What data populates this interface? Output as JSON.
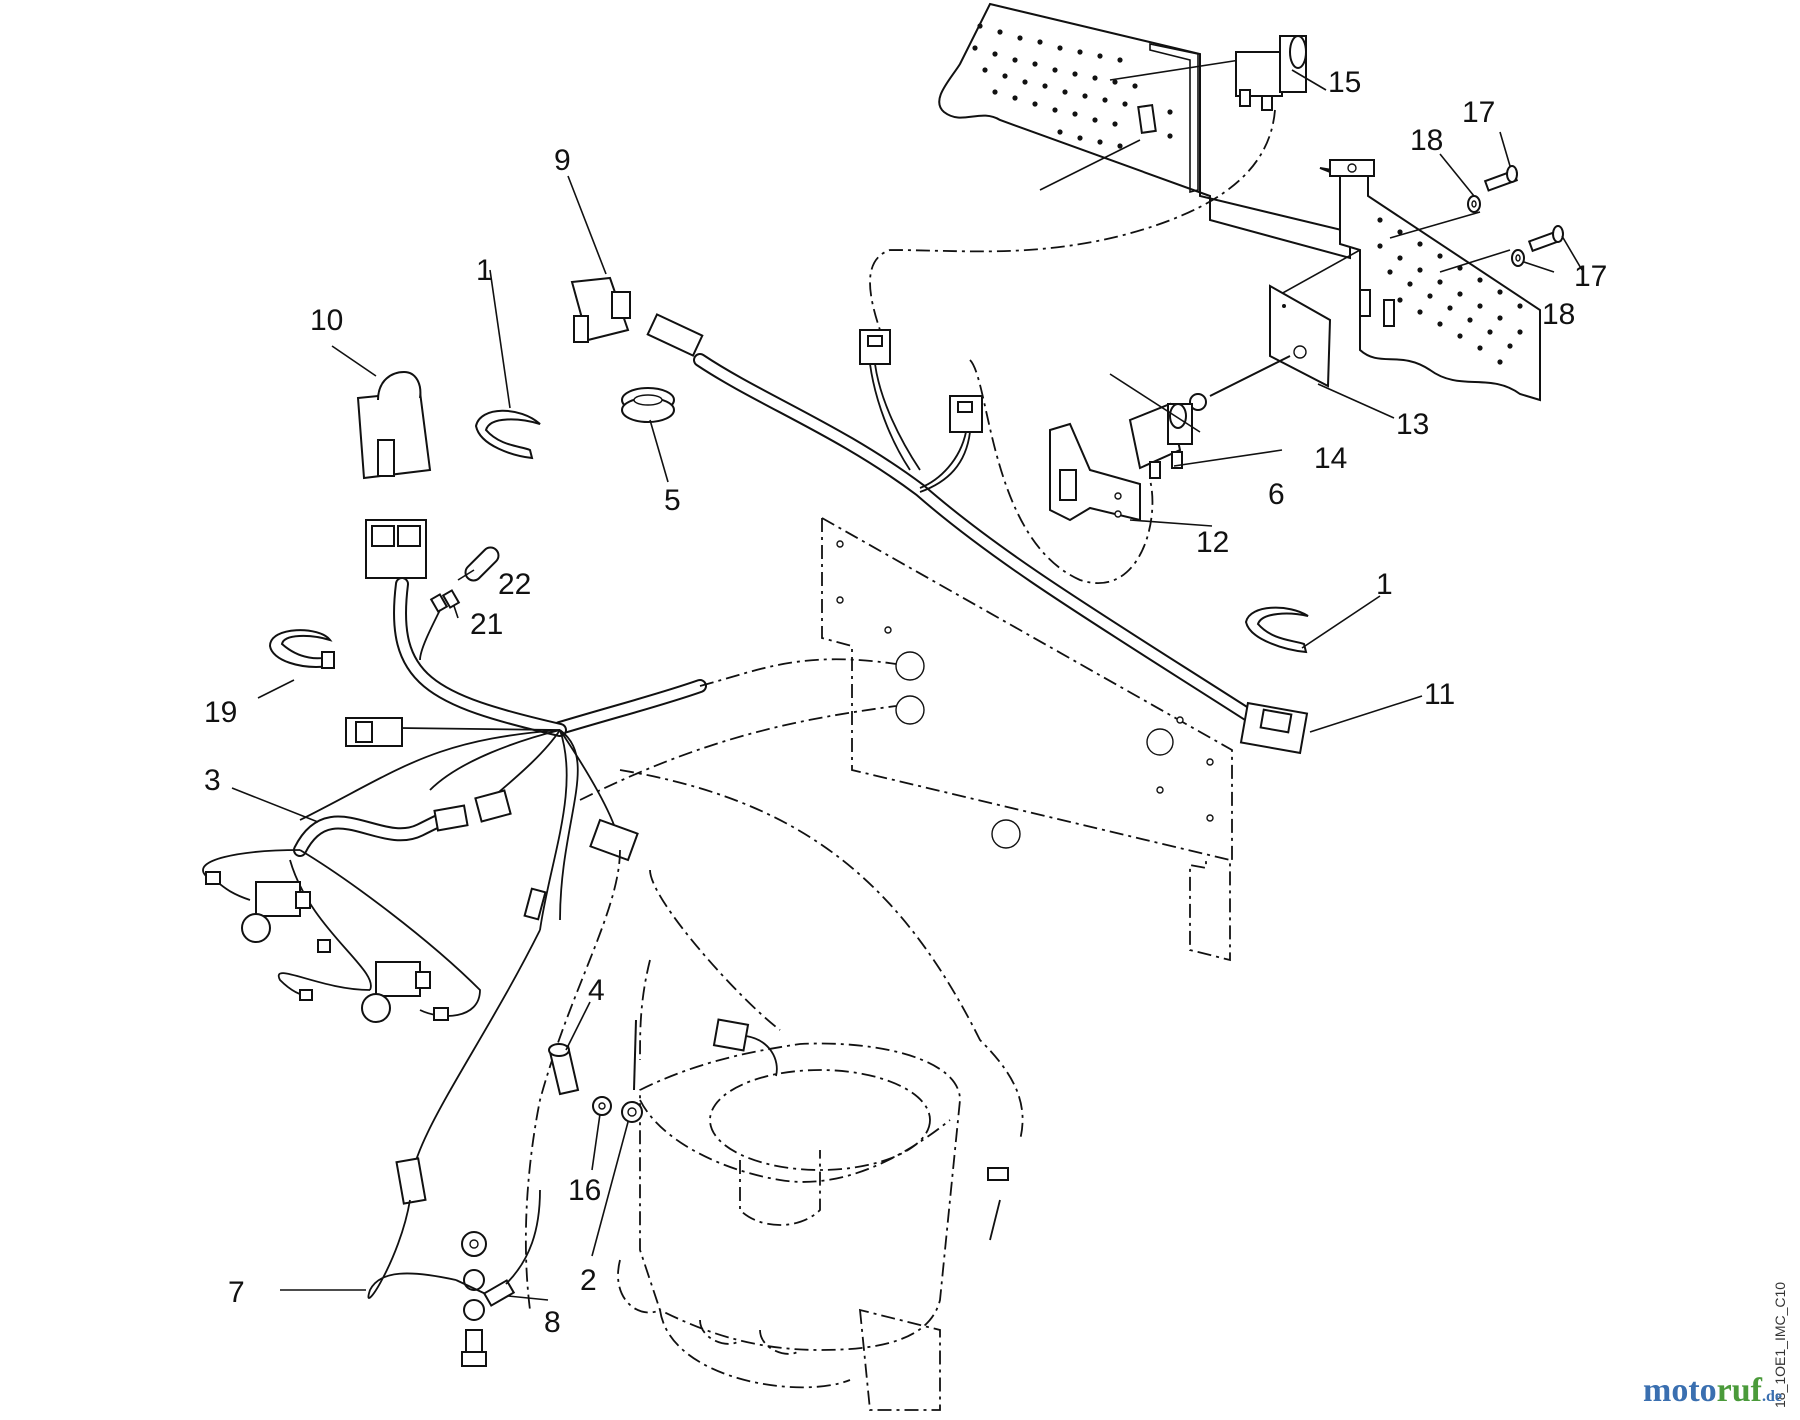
{
  "diagram": {
    "callouts": [
      {
        "id": "c1a",
        "label": "1"
      },
      {
        "id": "c1b",
        "label": "1"
      },
      {
        "id": "c2",
        "label": "2"
      },
      {
        "id": "c3",
        "label": "3"
      },
      {
        "id": "c4",
        "label": "4"
      },
      {
        "id": "c5",
        "label": "5"
      },
      {
        "id": "c6",
        "label": "6"
      },
      {
        "id": "c7",
        "label": "7"
      },
      {
        "id": "c8",
        "label": "8"
      },
      {
        "id": "c9",
        "label": "9"
      },
      {
        "id": "c10",
        "label": "10"
      },
      {
        "id": "c11",
        "label": "11"
      },
      {
        "id": "c12",
        "label": "12"
      },
      {
        "id": "c13",
        "label": "13"
      },
      {
        "id": "c14",
        "label": "14"
      },
      {
        "id": "c15",
        "label": "15"
      },
      {
        "id": "c16",
        "label": "16"
      },
      {
        "id": "c17a",
        "label": "17"
      },
      {
        "id": "c17b",
        "label": "17"
      },
      {
        "id": "c18a",
        "label": "18"
      },
      {
        "id": "c18b",
        "label": "18"
      },
      {
        "id": "c19",
        "label": "19"
      },
      {
        "id": "c21",
        "label": "21"
      },
      {
        "id": "c22",
        "label": "22"
      }
    ],
    "reference_code": "18_1OE1_IMC_C10",
    "brand": {
      "part1": "moto",
      "part2": "ruf",
      "part3": ".de"
    }
  }
}
